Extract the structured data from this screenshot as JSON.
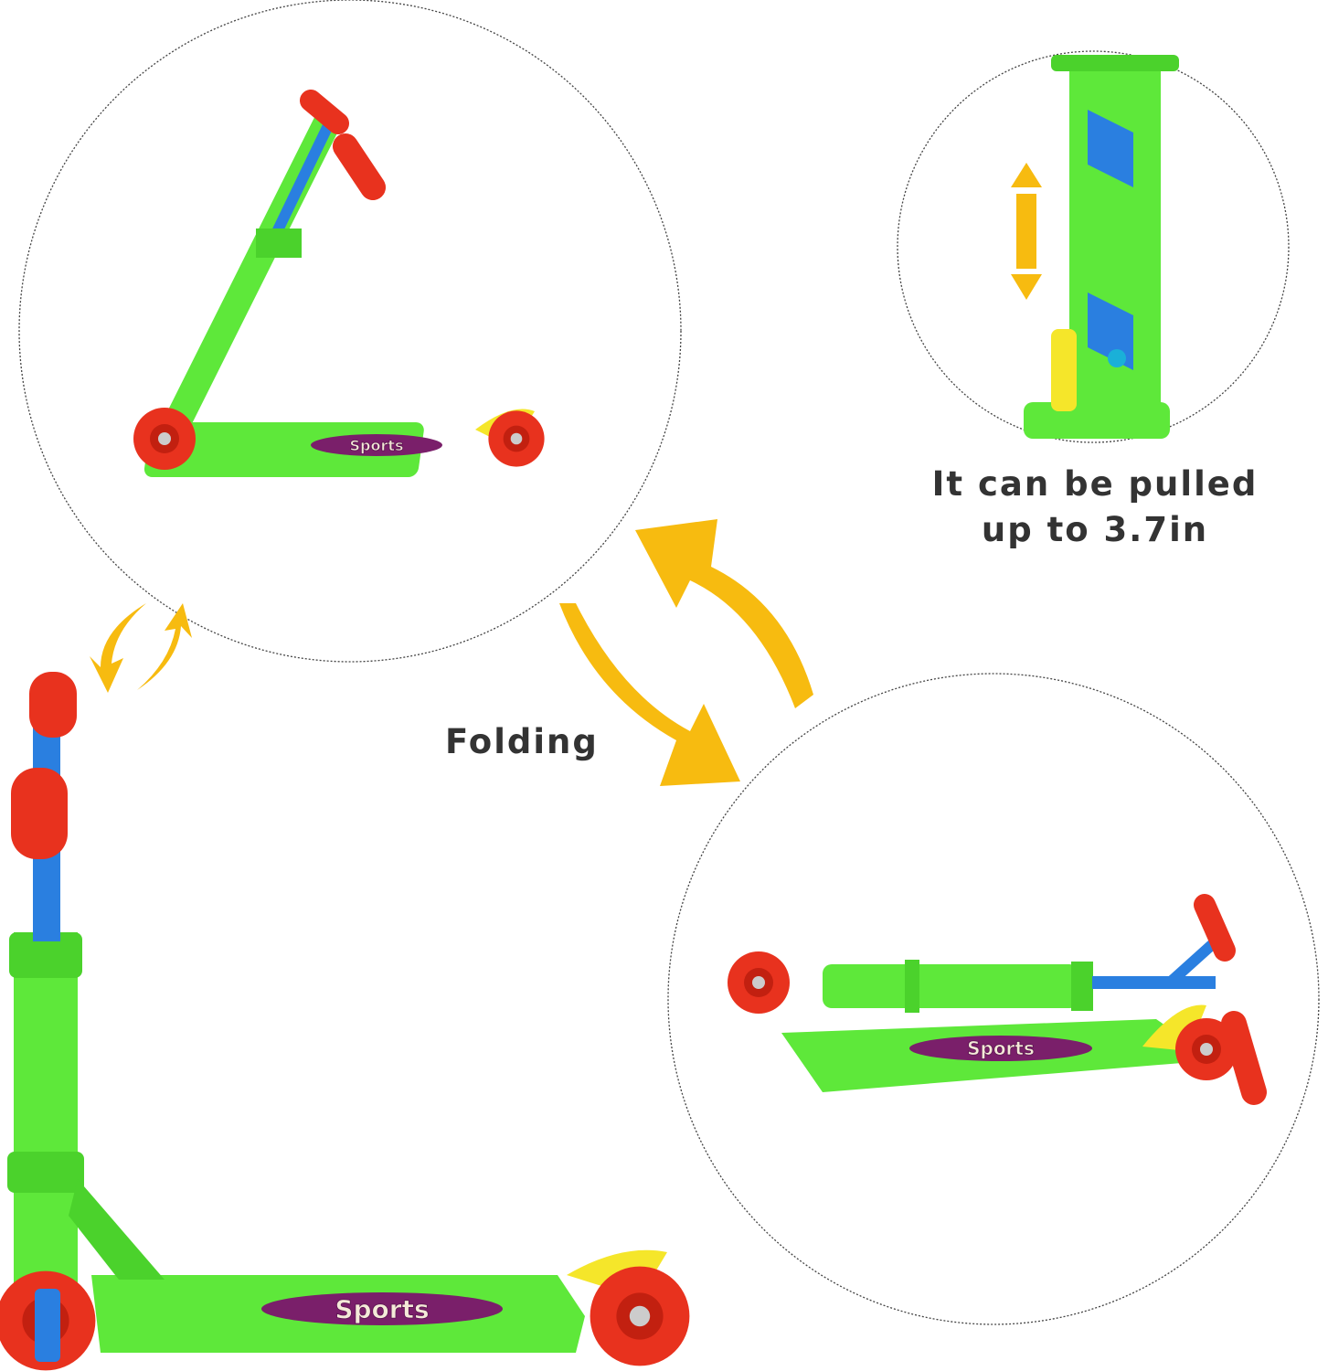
{
  "captions": {
    "pull_line1": "It can be pulled",
    "pull_line2": "up to  3.7in",
    "folding": "Folding"
  },
  "deck_sticker": "Sports",
  "colors": {
    "green": "#5ee83a",
    "blue": "#2a7fe0",
    "red": "#e8321e",
    "yellow": "#f5e62a",
    "arrow": "#f7bb10",
    "text": "#333333"
  }
}
